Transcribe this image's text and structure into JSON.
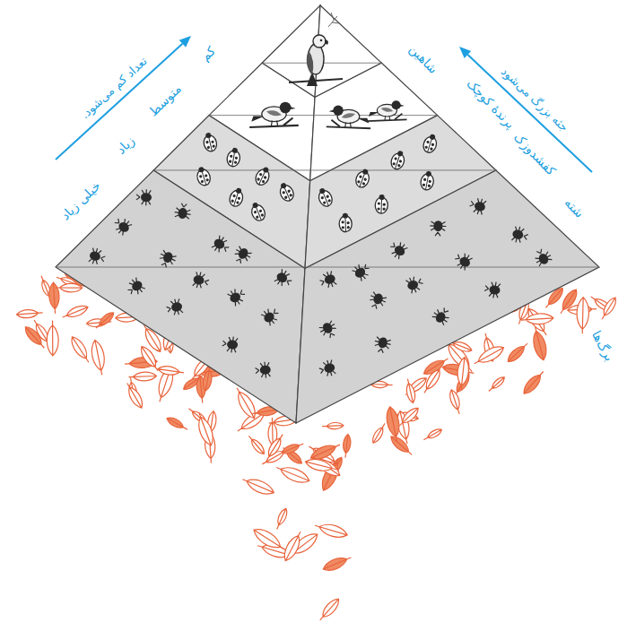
{
  "diagram": {
    "labels": [
      "تعداد کم می‌شود.",
      "کم",
      "متوسط",
      "زیاد",
      "خیلی زیاد",
      "شاهین",
      "پرندهٔ کوچک",
      "کفشدوزک",
      "شته",
      "جثه بزرگ می‌شود",
      "برگ‌ها"
    ]
  }
}
